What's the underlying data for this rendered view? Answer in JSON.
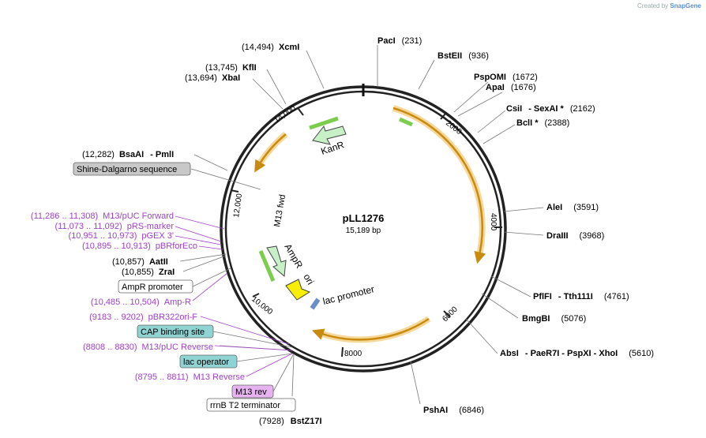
{
  "credit": {
    "prefix": "Created by",
    "brand": "SnapGene"
  },
  "plasmid": {
    "name": "pLL1276",
    "length_label": "15,189 bp",
    "length_bp": 15189
  },
  "ticks": [
    "14,000",
    "2000",
    "4000",
    "6000",
    "8000",
    "10,000",
    "12,000"
  ],
  "features": {
    "kanr": "KanR",
    "ampr": "AmpR",
    "ori": "ori",
    "lac_promoter": "lac promoter",
    "m13_fwd": "M13 fwd"
  },
  "sites_right": [
    {
      "name": "PacI",
      "pos": "(231)"
    },
    {
      "name": "BstEII",
      "pos": "(936)"
    },
    {
      "name": "PspOMI",
      "pos": "(1672)"
    },
    {
      "name": "ApaI",
      "pos": "(1676)"
    },
    {
      "name": "CsiI",
      "mid": "- SexAI *",
      "pos": "(2162)"
    },
    {
      "name": "BclI *",
      "pos": "(2388)"
    },
    {
      "name": "AleI",
      "pos": "(3591)"
    },
    {
      "name": "DraIII",
      "pos": "(3968)"
    },
    {
      "name": "PflFI",
      "mid": "- Tth111I",
      "pos": "(4761)"
    },
    {
      "name": "BmgBI",
      "pos": "(5076)"
    },
    {
      "name": "AbsI",
      "mid": "- PaeR7I - PspXI - XhoI",
      "pos": "(5610)"
    },
    {
      "name": "PshAI",
      "pos": "(6846)"
    }
  ],
  "sites_left": [
    {
      "pos": "(14,494)",
      "name": "XcmI"
    },
    {
      "pos": "(13,745)",
      "name": "KflI"
    },
    {
      "pos": "(13,694)",
      "name": "XbaI"
    },
    {
      "pos": "(12,282)",
      "name": "BsaAI",
      "mid": "- PmlI"
    },
    {
      "pos": "(10,857)",
      "name": "AatII"
    },
    {
      "pos": "(10,855)",
      "name": "ZraI"
    },
    {
      "pos": "(7928)",
      "name": "BstZ17I"
    }
  ],
  "primers": [
    {
      "range": "(11,286 .. 11,308)",
      "name": "M13/pUC Forward"
    },
    {
      "range": "(11,073 .. 11,092)",
      "name": "pRS-marker"
    },
    {
      "range": "(10,951 .. 10,973)",
      "name": "pGEX 3'"
    },
    {
      "range": "(10,895 .. 10,913)",
      "name": "pBRforEco"
    },
    {
      "range": "(10,485 .. 10,504)",
      "name": "Amp-R"
    },
    {
      "range": "(9183 .. 9202)",
      "name": "pBR322ori-F"
    },
    {
      "range": "(8808 .. 8830)",
      "name": "M13/pUC Reverse"
    },
    {
      "range": "(8795 .. 8811)",
      "name": "M13 Reverse"
    }
  ],
  "boxes": [
    {
      "label": "Shine-Dalgarno sequence",
      "fill": "#c8c8c8"
    },
    {
      "label": "AmpR promoter",
      "fill": "#ffffff"
    },
    {
      "label": "CAP binding site",
      "fill": "#8fd3d3"
    },
    {
      "label": "lac operator",
      "fill": "#8fd3d3"
    },
    {
      "label": "M13 rev",
      "fill": "#e6b3f0"
    },
    {
      "label": "rrnB T2 terminator",
      "fill": "#ffffff"
    }
  ],
  "colors": {
    "primer": "#a040c8",
    "orf": "#e8b040",
    "arrow_green": "#7ccd4e"
  }
}
